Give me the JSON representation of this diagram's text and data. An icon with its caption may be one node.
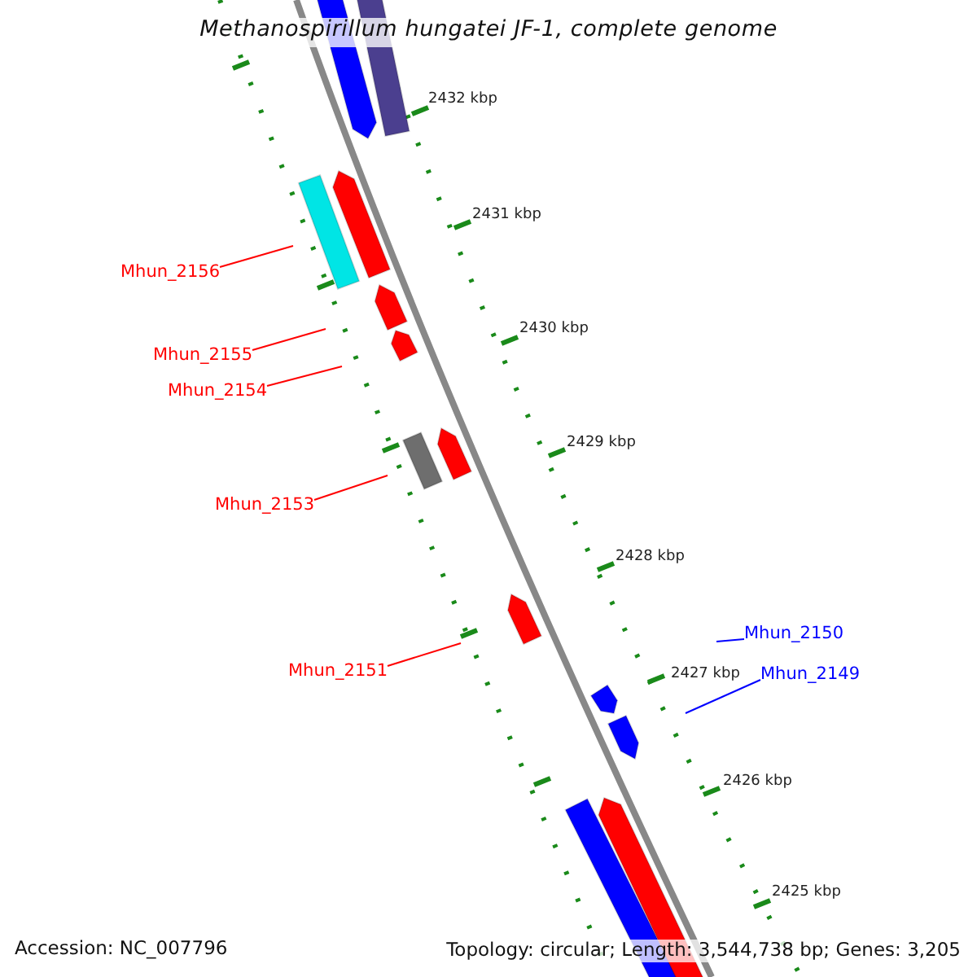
{
  "diagram": {
    "title": "Methanospirillum hungatei JF-1, complete genome",
    "nodes": [
      {
        "text": [
          "Mhun_2156"
        ]
      },
      {
        "text": [
          "Mhun_2155"
        ]
      },
      {
        "text": [
          "Mhun_2154"
        ]
      },
      {
        "text": [
          "Mhun_2153"
        ]
      },
      {
        "text": [
          "Mhun_2151"
        ]
      },
      {
        "text": [
          "Mhun_2150"
        ]
      },
      {
        "text": [
          "Mhun_2149"
        ]
      }
    ],
    "edges": [
      {
        "from": 0,
        "to": null,
        "arrow": "none"
      },
      {
        "from": 1,
        "to": null,
        "arrow": "none"
      },
      {
        "from": 2,
        "to": null,
        "arrow": "none"
      },
      {
        "from": 3,
        "to": null,
        "arrow": "none"
      },
      {
        "from": 4,
        "to": null,
        "arrow": "none"
      },
      {
        "from": 5,
        "to": null,
        "arrow": "none",
        "color": "#0000ff"
      },
      {
        "from": 6,
        "to": null,
        "arrow": "none",
        "color": "#0000ff"
      }
    ],
    "labels": [
      "2432 kbp",
      "2431 kbp",
      "2430 kbp",
      "2429 kbp",
      "2428 kbp",
      "2427 kbp",
      "2426 kbp",
      "2425 kbp",
      "Accession: NC_007796",
      "Topology: circular; Length: 3,544,738 bp; Genes: 3,205"
    ]
  }
}
